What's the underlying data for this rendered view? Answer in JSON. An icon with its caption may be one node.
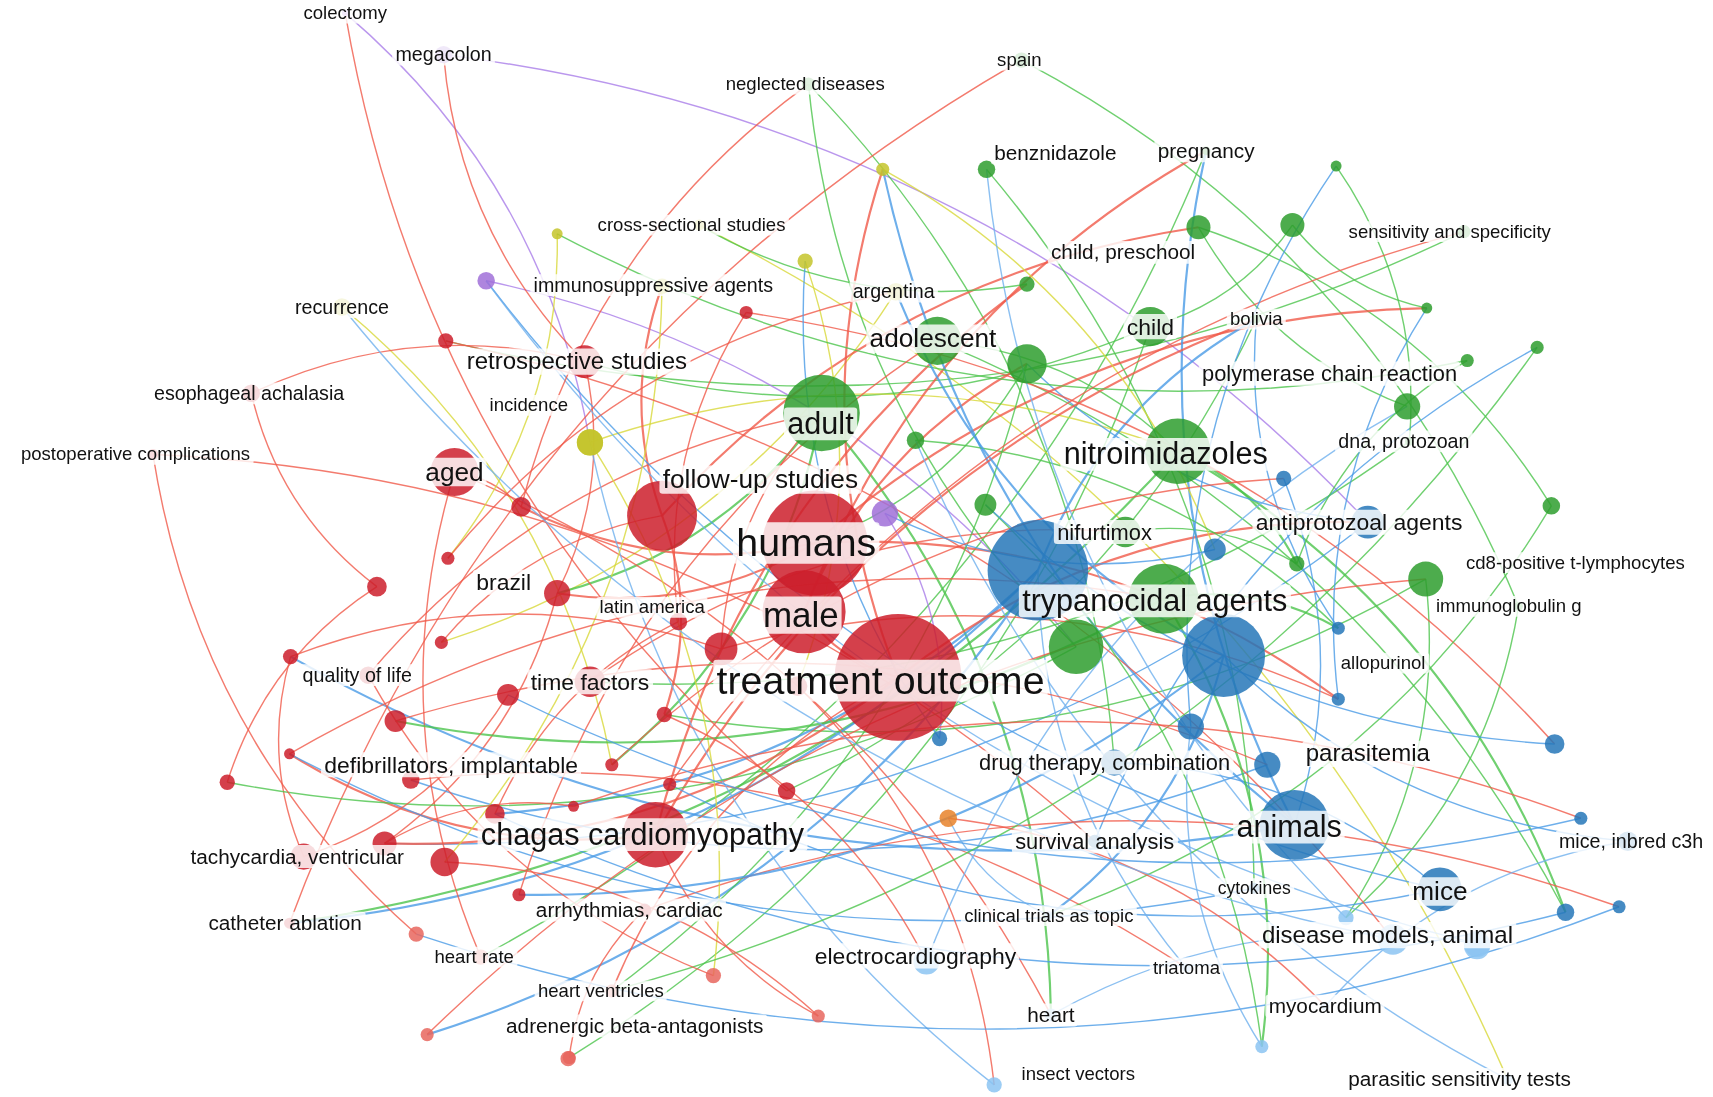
{
  "diagram": {
    "labels": [
      "colectomy",
      "megacolon",
      "spain",
      "neglected diseases",
      "benznidazole",
      "pregnancy",
      "cross-sectional studies",
      "sensitivity and specificity",
      "child, preschool",
      "immunosuppressive agents",
      "argentina",
      "recurrence",
      "bolivia",
      "child",
      "adolescent",
      "retrospective studies",
      "polymerase chain reaction",
      "esophageal achalasia",
      "incidence",
      "adult",
      "dna, protozoan",
      "postoperative complications",
      "nitroimidazoles",
      "aged",
      "follow-up studies",
      "antiprotozoal agents",
      "nifurtimox",
      "humans",
      "cd8-positive t-lymphocytes",
      "brazil",
      "trypanocidal agents",
      "latin america",
      "immunoglobulin g",
      "male",
      "allopurinol",
      "quality of life",
      "time factors",
      "treatment outcome",
      "parasitemia",
      "drug therapy, combination",
      "defibrillators, implantable",
      "animals",
      "chagas cardiomyopathy",
      "survival analysis",
      "mice, inbred c3h",
      "tachycardia, ventricular",
      "cytokines",
      "mice",
      "clinical trials as topic",
      "arrhythmias, cardiac",
      "catheter ablation",
      "disease models, animal",
      "electrocardiography",
      "heart rate",
      "triatoma",
      "heart ventricles",
      "myocardium",
      "heart",
      "adrenergic beta-antagonists",
      "insect vectors",
      "parasitic sensitivity tests"
    ]
  }
}
